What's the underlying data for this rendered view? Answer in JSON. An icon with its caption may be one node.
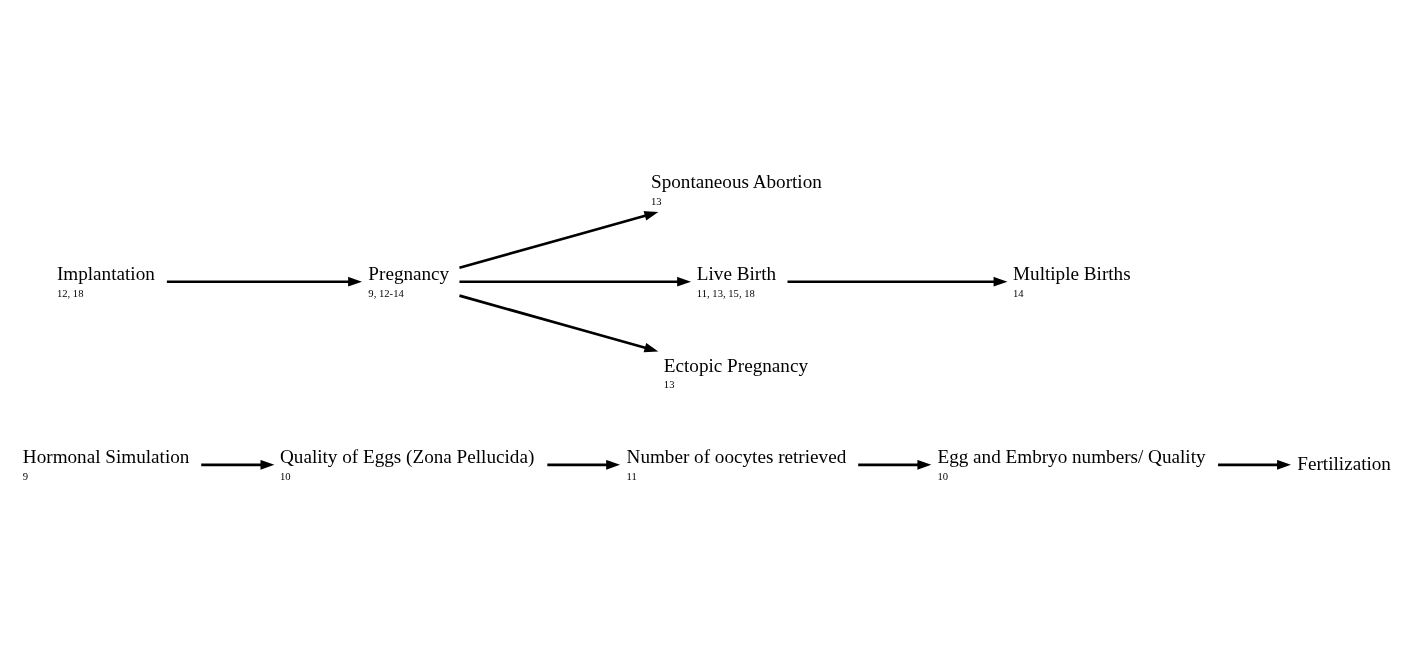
{
  "diagram": {
    "nodes": [
      {
        "text": [
          "Hormonal Simulation"
        ],
        "beside": [
          "9"
        ]
      },
      {
        "text": [
          "Quality of Eggs (Zona Pellucida)"
        ],
        "beside": [
          "10"
        ]
      },
      {
        "text": [
          "Number of oocytes retrieved"
        ],
        "beside": [
          "11"
        ]
      },
      {
        "text": [
          "Egg and Embryo numbers/ Quality"
        ],
        "beside": [
          "10"
        ]
      },
      {
        "text": [
          "Fertilization"
        ]
      },
      {
        "text": [
          "Implantation"
        ],
        "beside": [
          "12, 18"
        ]
      },
      {
        "text": [
          "Pregnancy"
        ],
        "beside": [
          "9, 12-14"
        ]
      },
      {
        "text": [
          "Spontaneous Abortion"
        ],
        "beside": [
          "13"
        ]
      },
      {
        "text": [
          "Live Birth"
        ],
        "beside": [
          "11, 13, 15, 18"
        ]
      },
      {
        "text": [
          "Multiple Births"
        ],
        "beside": [
          "14"
        ]
      },
      {
        "text": [
          "Ectopic Pregnancy"
        ],
        "beside": [
          "13"
        ]
      }
    ],
    "edges": [
      {
        "from": 0,
        "to": 1,
        "arrow": "to"
      },
      {
        "from": 1,
        "to": 2,
        "arrow": "to"
      },
      {
        "from": 2,
        "to": 3,
        "arrow": "to"
      },
      {
        "from": 3,
        "to": 4,
        "arrow": "to"
      },
      {
        "from": 5,
        "to": 6,
        "arrow": "to"
      },
      {
        "from": 6,
        "to": 7,
        "arrow": "to"
      },
      {
        "from": 6,
        "to": 8,
        "arrow": "to"
      },
      {
        "from": 6,
        "to": 10,
        "arrow": "to"
      },
      {
        "from": 8,
        "to": 9,
        "arrow": "to"
      }
    ]
  }
}
